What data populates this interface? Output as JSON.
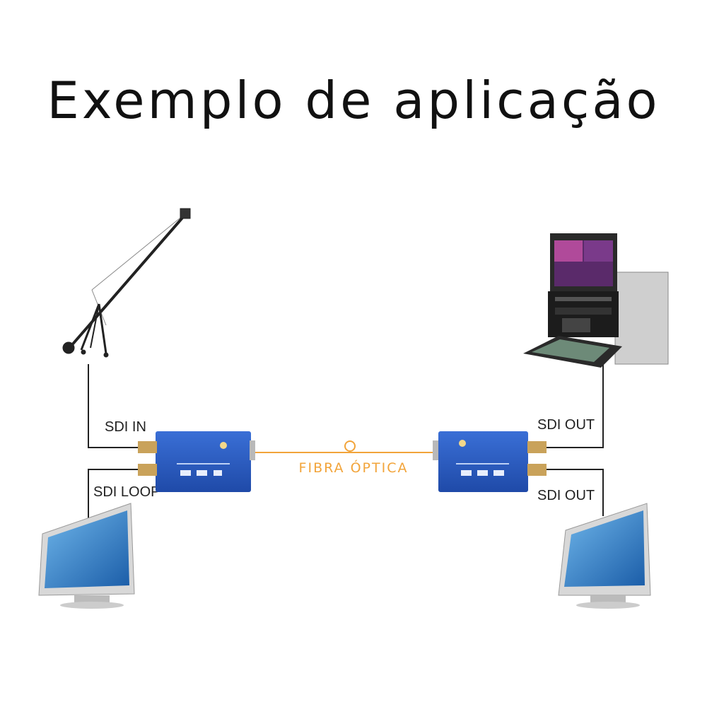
{
  "title": "Exemplo de aplicação",
  "labels": {
    "sdi_in": "SDI IN",
    "sdi_loop": "SDI LOOP",
    "sdi_out_top": "SDI OUT",
    "sdi_out_bottom": "SDI OUT",
    "fiber": "FIBRA ÓPTICA"
  },
  "colors": {
    "fiber": "#f2a43a",
    "device": "#2f5fc4",
    "wire": "#222222"
  }
}
